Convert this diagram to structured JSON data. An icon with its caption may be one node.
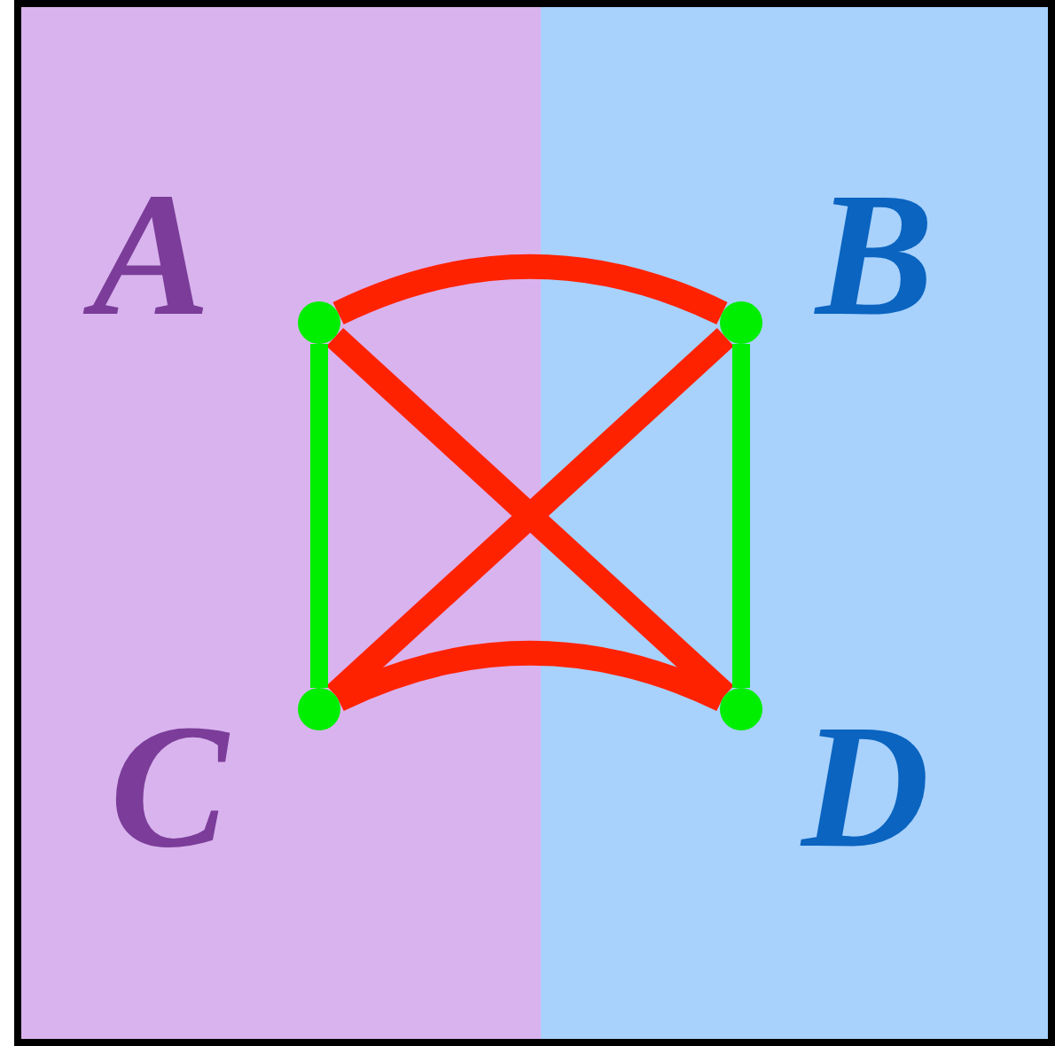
{
  "diagram": {
    "nodes": [
      {
        "text": [],
        "shape": "box"
      },
      {
        "text": [],
        "shape": "box"
      },
      {
        "text": [],
        "shape": "circle",
        "in": 0,
        "beside": [
          "A"
        ]
      },
      {
        "text": [],
        "shape": "circle",
        "in": 1,
        "beside": [
          "B"
        ]
      },
      {
        "text": [],
        "shape": "circle",
        "in": 0,
        "beside": [
          "C"
        ]
      },
      {
        "text": [],
        "shape": "circle",
        "in": 1,
        "beside": [
          "D"
        ]
      }
    ],
    "edges": [
      {
        "from": 2,
        "to": 3,
        "arrow": "none"
      },
      {
        "from": 4,
        "to": 5,
        "arrow": "none"
      },
      {
        "from": 2,
        "to": 5,
        "arrow": "none"
      },
      {
        "from": 3,
        "to": 4,
        "arrow": "none"
      },
      {
        "from": 2,
        "to": 4,
        "arrow": "none",
        "color": "#00ee00"
      },
      {
        "from": 3,
        "to": 5,
        "arrow": "none",
        "color": "#00ee00"
      }
    ]
  }
}
